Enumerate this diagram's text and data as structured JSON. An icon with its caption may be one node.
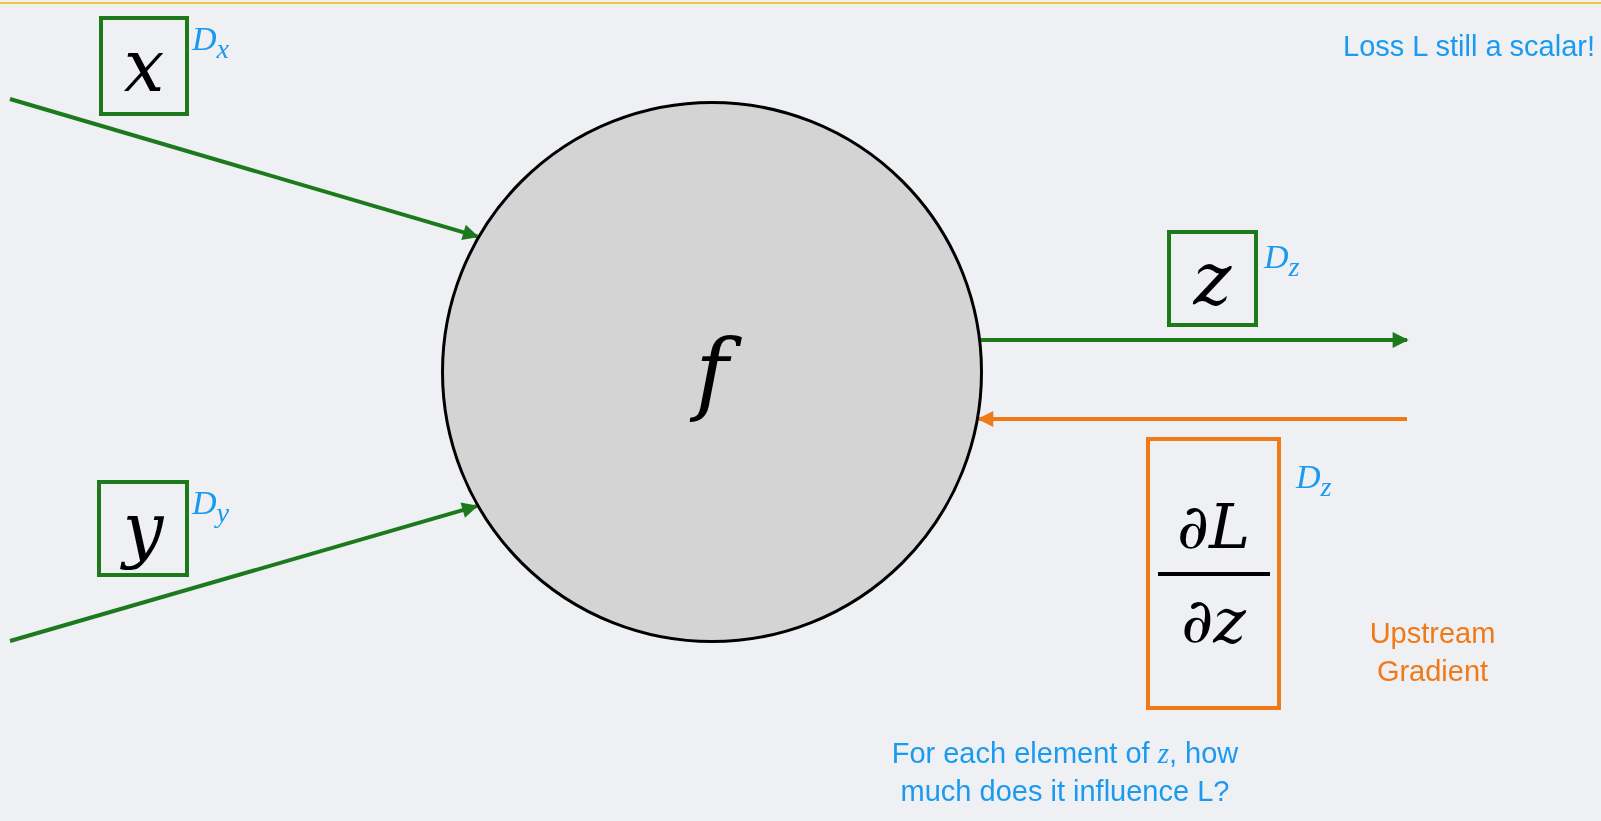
{
  "diagram": {
    "nodes": [
      {
        "text": [
          "x"
        ],
        "beside": [
          "D$_{x}$"
        ]
      },
      {
        "text": [
          "y"
        ],
        "beside": [
          "D$_{y}$"
        ]
      },
      {
        "text": [
          "f"
        ]
      },
      {
        "text": [
          "z"
        ],
        "beside": [
          "D$_{z}$"
        ]
      },
      {
        "text": [
          "∂L",
          "∂z"
        ],
        "beside": [
          "D$_{z}$",
          "Upstream Gradient"
        ]
      }
    ],
    "edges": [
      {
        "from": null,
        "to": 2,
        "arrow": "to"
      },
      {
        "from": null,
        "to": 2,
        "arrow": "to"
      },
      {
        "from": 2,
        "to": null,
        "arrow": "to"
      },
      {
        "from": null,
        "to": 2,
        "arrow": "to",
        "color": "#f07a18"
      }
    ],
    "labels": [
      "Loss L still a scalar!",
      "For each element of *z*, how much does it influence L?"
    ]
  }
}
